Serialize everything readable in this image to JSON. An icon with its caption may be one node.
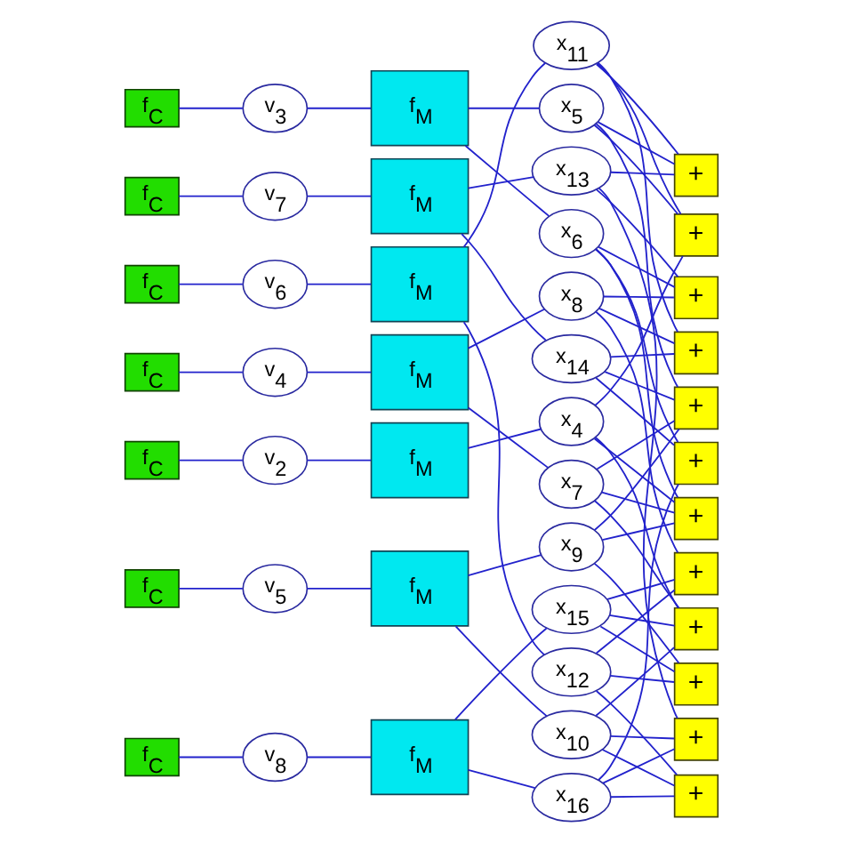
{
  "diagram": {
    "nodes": [
      {
        "text": [
          "f$_{C}$"
        ]
      },
      {
        "text": [
          "v$_{2}$"
        ]
      },
      {
        "text": [
          "f$_{M}$"
        ]
      },
      {
        "text": [
          "x$_{4}$"
        ]
      },
      {
        "text": [
          "f$_{C}$"
        ]
      },
      {
        "text": [
          "v$_{3}$"
        ]
      },
      {
        "text": [
          "f$_{M}$"
        ]
      },
      {
        "text": [
          "x$_{5}$"
        ]
      },
      {
        "text": [
          "x$_{6}$"
        ]
      },
      {
        "text": [
          "f$_{C}$"
        ]
      },
      {
        "text": [
          "v$_{4}$"
        ]
      },
      {
        "text": [
          "f$_{M}$"
        ]
      },
      {
        "text": [
          "x$_{7}$"
        ]
      },
      {
        "text": [
          "x$_{8}$"
        ]
      },
      {
        "text": [
          "f$_{C}$"
        ]
      },
      {
        "text": [
          "v$_{5}$"
        ]
      },
      {
        "text": [
          "f$_{M}$"
        ]
      },
      {
        "text": [
          "x$_{9}$"
        ]
      },
      {
        "text": [
          "x$_{10}$"
        ]
      },
      {
        "text": [
          "f$_{C}$"
        ]
      },
      {
        "text": [
          "v$_{6}$"
        ]
      },
      {
        "text": [
          "f$_{M}$"
        ]
      },
      {
        "text": [
          "x$_{11}$"
        ]
      },
      {
        "text": [
          "x$_{12}$"
        ]
      },
      {
        "text": [
          "f$_{C}$"
        ]
      },
      {
        "text": [
          "v$_{7}$"
        ]
      },
      {
        "text": [
          "f$_{M}$"
        ]
      },
      {
        "text": [
          "x$_{13}$"
        ]
      },
      {
        "text": [
          "x$_{14}$"
        ]
      },
      {
        "text": [
          "f$_{C}$"
        ]
      },
      {
        "text": [
          "v$_{8}$"
        ]
      },
      {
        "text": [
          "f$_{M}$"
        ]
      },
      {
        "text": [
          "x$_{15}$"
        ]
      },
      {
        "text": [
          "x$_{16}$"
        ]
      },
      {
        "text": [
          "+"
        ]
      },
      {
        "text": [
          "+"
        ]
      },
      {
        "text": [
          "+"
        ]
      },
      {
        "text": [
          "+"
        ]
      },
      {
        "text": [
          "+"
        ]
      },
      {
        "text": [
          "+"
        ]
      },
      {
        "text": [
          "+"
        ]
      },
      {
        "text": [
          "+"
        ]
      },
      {
        "text": [
          "+"
        ]
      },
      {
        "text": [
          "+"
        ]
      },
      {
        "text": [
          "+"
        ]
      },
      {
        "text": [
          "+"
        ]
      }
    ],
    "edges": [
      {
        "from": 0,
        "to": 1,
        "arrow": "none"
      },
      {
        "from": 1,
        "to": 2,
        "arrow": "none"
      },
      {
        "from": 2,
        "to": 3,
        "arrow": "none"
      },
      {
        "from": 4,
        "to": 5,
        "arrow": "none"
      },
      {
        "from": 5,
        "to": 6,
        "arrow": "none"
      },
      {
        "from": 6,
        "to": 7,
        "arrow": "none"
      },
      {
        "from": 6,
        "to": 8,
        "arrow": "none"
      },
      {
        "from": 9,
        "to": 10,
        "arrow": "none"
      },
      {
        "from": 10,
        "to": 11,
        "arrow": "none"
      },
      {
        "from": 11,
        "to": 12,
        "arrow": "none"
      },
      {
        "from": 11,
        "to": 13,
        "arrow": "none"
      },
      {
        "from": 14,
        "to": 15,
        "arrow": "none"
      },
      {
        "from": 15,
        "to": 16,
        "arrow": "none"
      },
      {
        "from": 16,
        "to": 17,
        "arrow": "none"
      },
      {
        "from": 16,
        "to": 18,
        "arrow": "none"
      },
      {
        "from": 19,
        "to": 20,
        "arrow": "none"
      },
      {
        "from": 20,
        "to": 21,
        "arrow": "none"
      },
      {
        "from": 21,
        "to": 22,
        "arrow": "none"
      },
      {
        "from": 21,
        "to": 23,
        "arrow": "none"
      },
      {
        "from": 24,
        "to": 25,
        "arrow": "none"
      },
      {
        "from": 25,
        "to": 26,
        "arrow": "none"
      },
      {
        "from": 26,
        "to": 27,
        "arrow": "none"
      },
      {
        "from": 26,
        "to": 28,
        "arrow": "none"
      },
      {
        "from": 29,
        "to": 30,
        "arrow": "none"
      },
      {
        "from": 30,
        "to": 31,
        "arrow": "none"
      },
      {
        "from": 31,
        "to": 32,
        "arrow": "none"
      },
      {
        "from": 31,
        "to": 33,
        "arrow": "none"
      },
      {
        "from": 3,
        "to": 34,
        "arrow": "none"
      },
      {
        "from": 3,
        "to": 36,
        "arrow": "none"
      },
      {
        "from": 3,
        "to": 37,
        "arrow": "none"
      },
      {
        "from": 7,
        "to": 34,
        "arrow": "none"
      },
      {
        "from": 7,
        "to": 38,
        "arrow": "none"
      },
      {
        "from": 7,
        "to": 41,
        "arrow": "none"
      },
      {
        "from": 8,
        "to": 35,
        "arrow": "none"
      },
      {
        "from": 8,
        "to": 37,
        "arrow": "none"
      },
      {
        "from": 8,
        "to": 43,
        "arrow": "none"
      },
      {
        "from": 12,
        "to": 36,
        "arrow": "none"
      },
      {
        "from": 12,
        "to": 37,
        "arrow": "none"
      },
      {
        "from": 12,
        "to": 38,
        "arrow": "none"
      },
      {
        "from": 13,
        "to": 35,
        "arrow": "none"
      },
      {
        "from": 13,
        "to": 40,
        "arrow": "none"
      },
      {
        "from": 13,
        "to": 44,
        "arrow": "none"
      },
      {
        "from": 17,
        "to": 37,
        "arrow": "none"
      },
      {
        "from": 17,
        "to": 38,
        "arrow": "none"
      },
      {
        "from": 17,
        "to": 42,
        "arrow": "none"
      },
      {
        "from": 18,
        "to": 36,
        "arrow": "none"
      },
      {
        "from": 18,
        "to": 39,
        "arrow": "none"
      },
      {
        "from": 18,
        "to": 45,
        "arrow": "none"
      },
      {
        "from": 22,
        "to": 34,
        "arrow": "none"
      },
      {
        "from": 22,
        "to": 40,
        "arrow": "none"
      },
      {
        "from": 22,
        "to": 41,
        "arrow": "none"
      },
      {
        "from": 23,
        "to": 42,
        "arrow": "none"
      },
      {
        "from": 23,
        "to": 44,
        "arrow": "none"
      },
      {
        "from": 23,
        "to": 45,
        "arrow": "none"
      },
      {
        "from": 27,
        "to": 35,
        "arrow": "none"
      },
      {
        "from": 27,
        "to": 39,
        "arrow": "none"
      },
      {
        "from": 27,
        "to": 41,
        "arrow": "none"
      },
      {
        "from": 28,
        "to": 38,
        "arrow": "none"
      },
      {
        "from": 28,
        "to": 40,
        "arrow": "none"
      },
      {
        "from": 28,
        "to": 43,
        "arrow": "none"
      },
      {
        "from": 32,
        "to": 36,
        "arrow": "none"
      },
      {
        "from": 32,
        "to": 42,
        "arrow": "none"
      },
      {
        "from": 32,
        "to": 44,
        "arrow": "none"
      },
      {
        "from": 33,
        "to": 39,
        "arrow": "none"
      },
      {
        "from": 33,
        "to": 43,
        "arrow": "none"
      },
      {
        "from": 33,
        "to": 45,
        "arrow": "none"
      }
    ]
  }
}
